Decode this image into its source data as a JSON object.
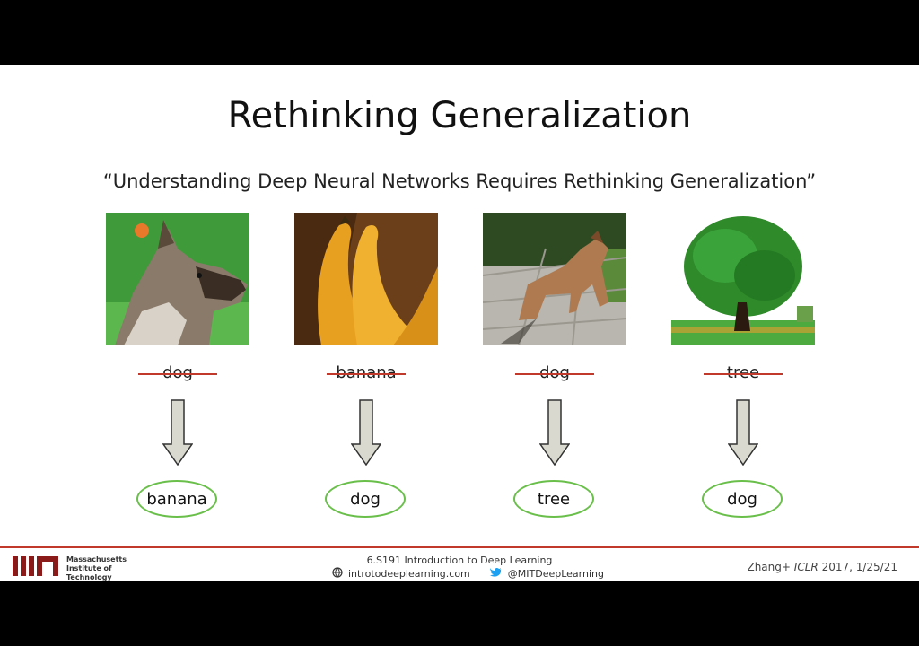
{
  "slide": {
    "title": "Rethinking Generalization",
    "subtitle": "“Understanding Deep Neural Networks Requires Rethinking Generalization”"
  },
  "examples": [
    {
      "image": "dog-photo",
      "original_label": "dog",
      "new_label": "banana"
    },
    {
      "image": "banana-photo",
      "original_label": "banana",
      "new_label": "dog"
    },
    {
      "image": "dog-photo",
      "original_label": "dog",
      "new_label": "tree"
    },
    {
      "image": "tree-photo",
      "original_label": "tree",
      "new_label": "dog"
    }
  ],
  "footer": {
    "institution_lines": [
      "Massachusetts",
      "Institute of",
      "Technology"
    ],
    "course": "6.S191 Introduction to Deep Learning",
    "website": "introtodeeplearning.com",
    "twitter": "@MITDeepLearning",
    "citation_author": "Zhang+",
    "citation_venue": "ICLR",
    "citation_rest": "2017, 1/25/21"
  },
  "colors": {
    "strike": "#c0392b",
    "oval": "#6abf4b",
    "footer_line": "#c0392b"
  }
}
